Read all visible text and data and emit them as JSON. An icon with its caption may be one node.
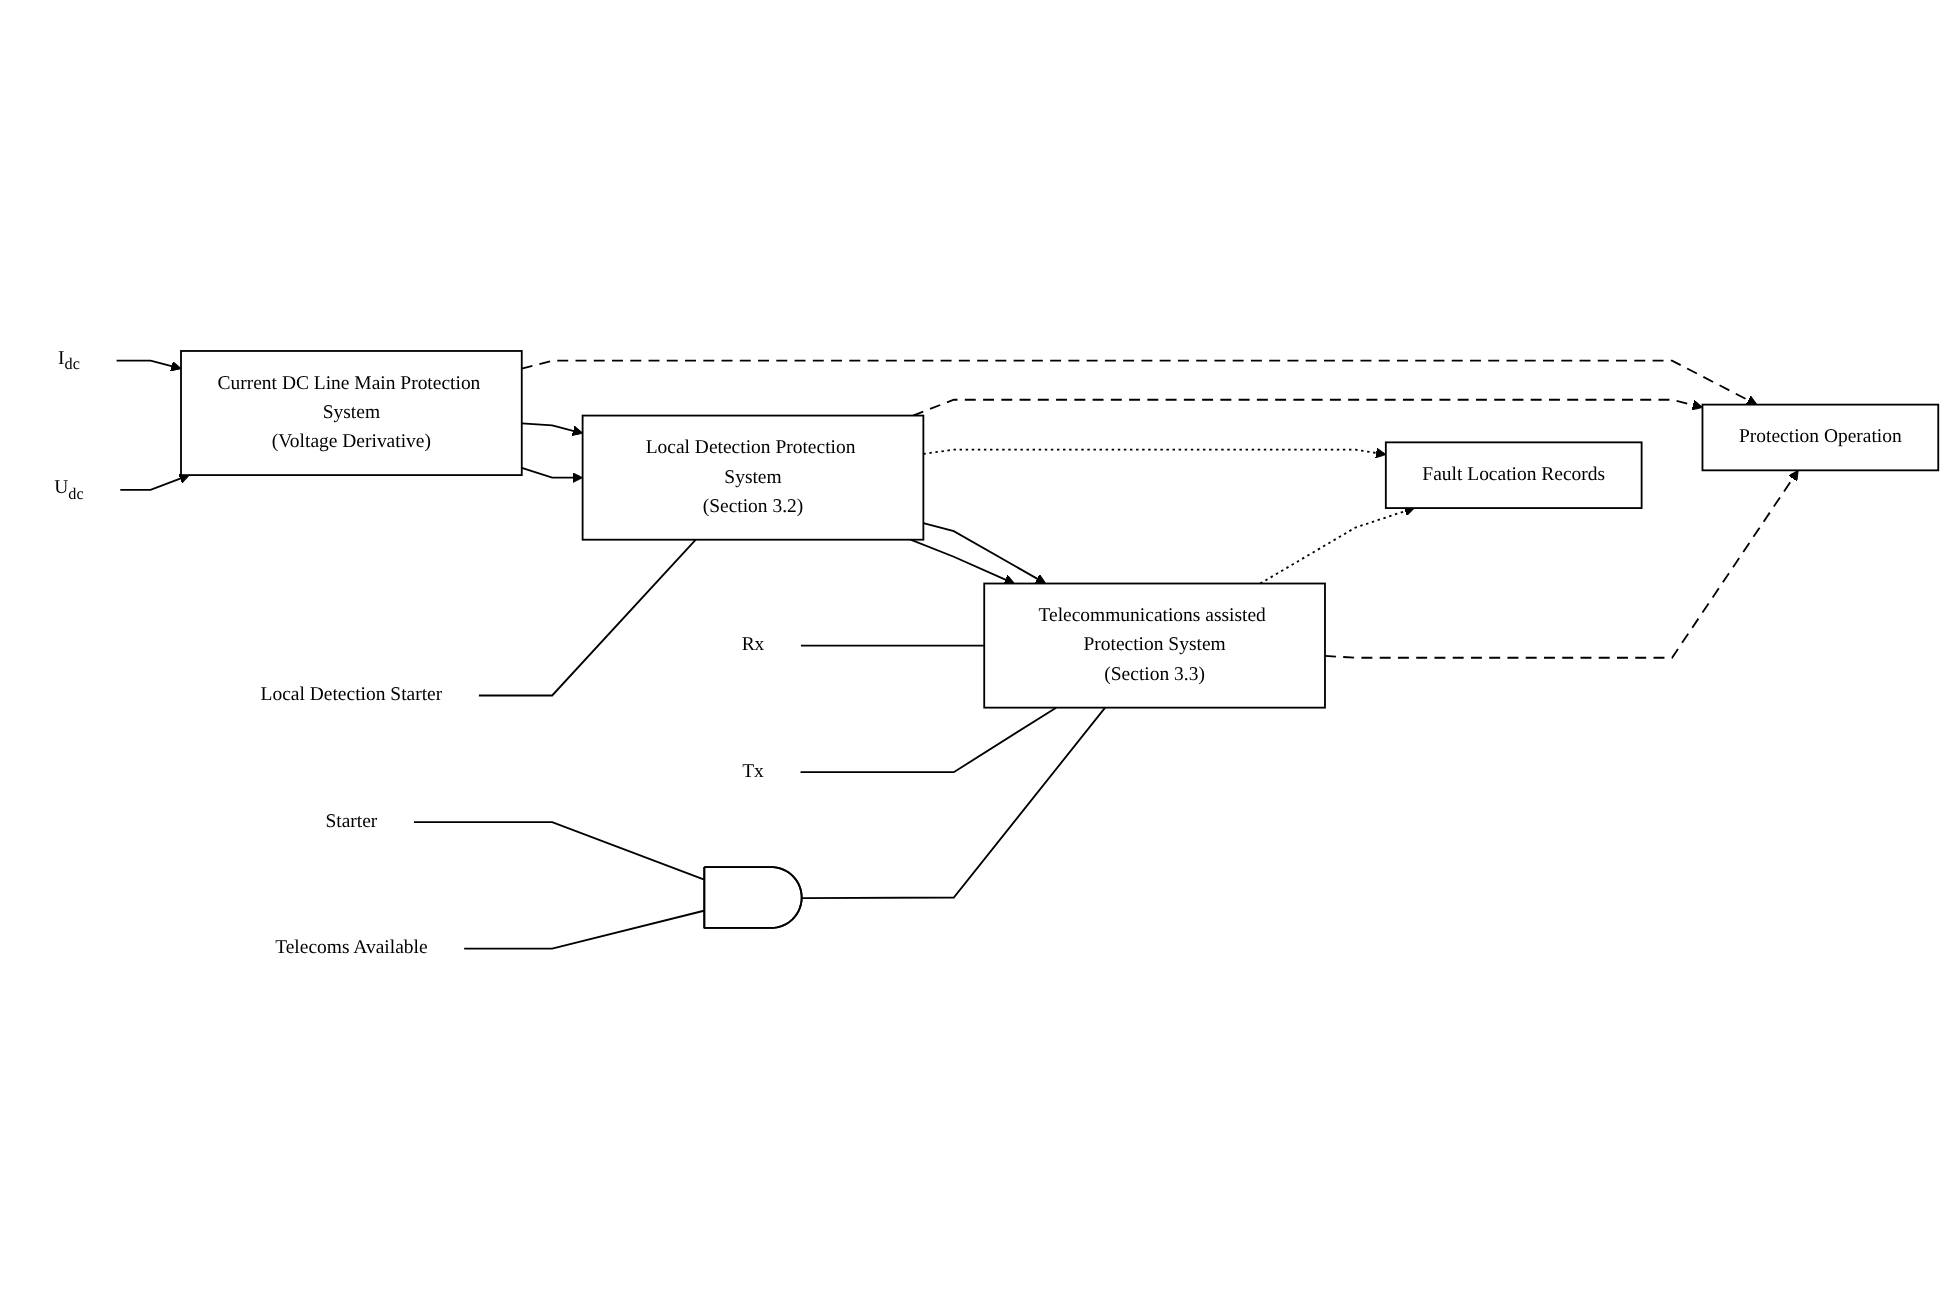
{
  "diagram": {
    "nodes": [
      {
        "text": [
          "I$_{dc}$"
        ]
      },
      {
        "text": [
          "U$_{dc}$"
        ]
      },
      {
        "text": [
          "Current DC Line Main Protection System",
          "(Voltage Derivative)"
        ]
      },
      {
        "text": [
          "Protection Operation"
        ]
      },
      {
        "text": [
          "Local Detection Starter"
        ]
      },
      {
        "text": [
          "Local Detection Protection System",
          "(Section 3.2)"
        ]
      },
      {
        "text": [
          "Fault Location Records"
        ]
      },
      {
        "text": [
          "Starter"
        ]
      },
      {
        "text": [
          "Telecoms Available"
        ]
      },
      {
        "text": [],
        "shape": "gate"
      },
      {
        "text": [
          "Telecommunications assisted Protection System",
          "(Section 3.3)"
        ]
      },
      {
        "text": [
          "Rx"
        ]
      },
      {
        "text": [
          "Tx"
        ]
      }
    ],
    "edges": [
      {
        "from": 0,
        "to": 2,
        "arrow": "to"
      },
      {
        "from": 1,
        "to": 2,
        "arrow": "to"
      },
      {
        "from": 2,
        "to": 3,
        "arrow": "to",
        "style": "dashed"
      },
      {
        "from": 2,
        "to": 5,
        "arrow": "to"
      },
      {
        "from": 2,
        "to": 5,
        "arrow": "to"
      },
      {
        "from": 4,
        "to": 5,
        "arrow": "none"
      },
      {
        "from": 5,
        "to": 3,
        "arrow": "to",
        "style": "dashed"
      },
      {
        "from": 5,
        "to": 6,
        "arrow": "to",
        "style": "dashed"
      },
      {
        "from": 5,
        "to": 10,
        "arrow": "to"
      },
      {
        "from": 5,
        "to": 10,
        "arrow": "to"
      },
      {
        "from": 7,
        "to": 9,
        "arrow": "none"
      },
      {
        "from": 8,
        "to": 9,
        "arrow": "none"
      },
      {
        "from": 9,
        "to": 10,
        "arrow": "none"
      },
      {
        "from": 10,
        "to": 6,
        "arrow": "to",
        "style": "dashed"
      },
      {
        "from": 10,
        "to": 3,
        "arrow": "to",
        "style": "dashed"
      },
      {
        "from": 11,
        "to": 10,
        "arrow": "none"
      },
      {
        "from": 12,
        "to": 10,
        "arrow": "none"
      }
    ]
  }
}
